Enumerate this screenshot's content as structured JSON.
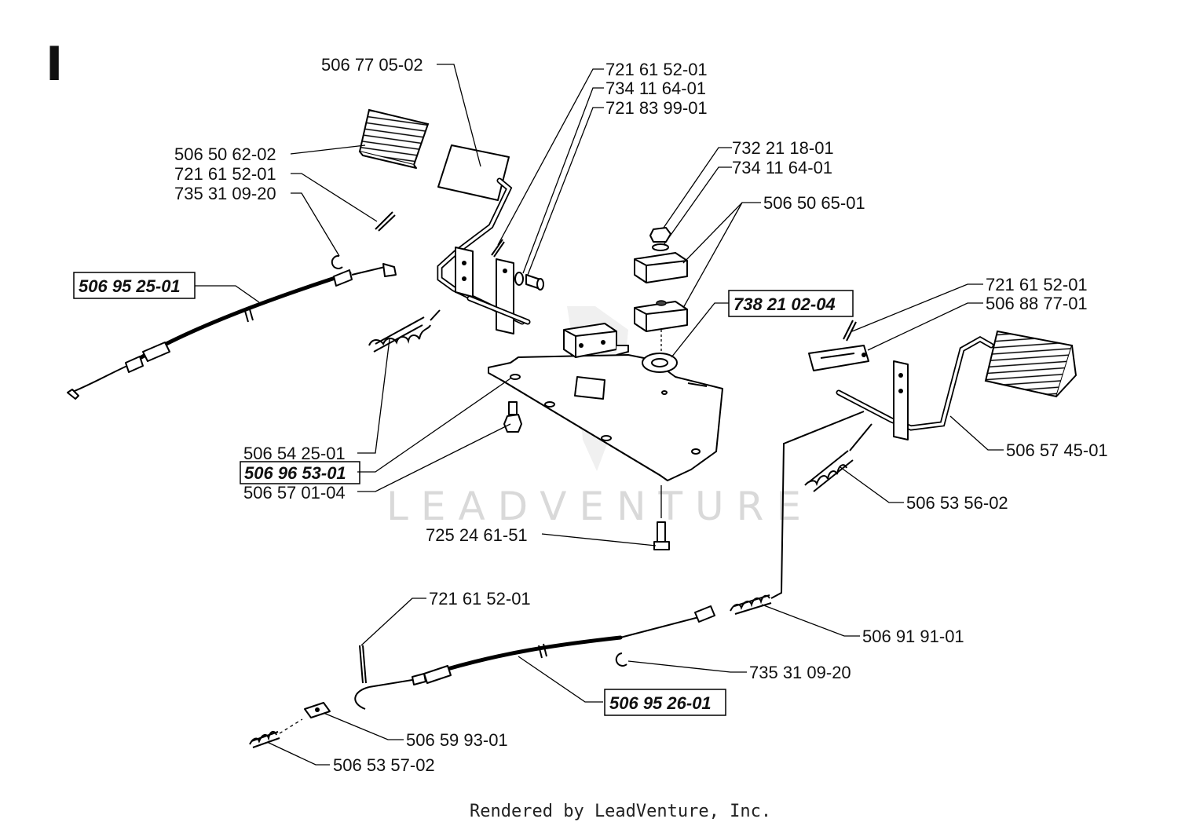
{
  "section_label": "I",
  "watermark": "LEADVENTURE",
  "footer": "Rendered by LeadVenture, Inc.",
  "part_labels": [
    {
      "id": "p1",
      "number": "506 77 05-02",
      "boxed": false
    },
    {
      "id": "p2",
      "number": "721 61 52-01",
      "boxed": false
    },
    {
      "id": "p3",
      "number": "734 11 64-01",
      "boxed": false
    },
    {
      "id": "p4",
      "number": "721 83 99-01",
      "boxed": false
    },
    {
      "id": "p5",
      "number": "506 50 62-02",
      "boxed": false
    },
    {
      "id": "p6",
      "number": "721 61 52-01",
      "boxed": false
    },
    {
      "id": "p7",
      "number": "735 31 09-20",
      "boxed": false
    },
    {
      "id": "p8",
      "number": "732 21 18-01",
      "boxed": false
    },
    {
      "id": "p9",
      "number": "734 11 64-01",
      "boxed": false
    },
    {
      "id": "p10",
      "number": "506 50 65-01",
      "boxed": false
    },
    {
      "id": "p11",
      "number": "506 95 25-01",
      "boxed": true
    },
    {
      "id": "p12",
      "number": "738 21 02-04",
      "boxed": true
    },
    {
      "id": "p13",
      "number": "721 61 52-01",
      "boxed": false
    },
    {
      "id": "p14",
      "number": "506 88 77-01",
      "boxed": false
    },
    {
      "id": "p15",
      "number": "506 54 25-01",
      "boxed": false
    },
    {
      "id": "p16",
      "number": "506 96 53-01",
      "boxed": true
    },
    {
      "id": "p17",
      "number": "506 57 01-04",
      "boxed": false
    },
    {
      "id": "p18",
      "number": "506 57 45-01",
      "boxed": false
    },
    {
      "id": "p19",
      "number": "506 53 56-02",
      "boxed": false
    },
    {
      "id": "p20",
      "number": "725 24 61-51",
      "boxed": false
    },
    {
      "id": "p21",
      "number": "721 61 52-01",
      "boxed": false
    },
    {
      "id": "p22",
      "number": "506 91 91-01",
      "boxed": false
    },
    {
      "id": "p23",
      "number": "735 31 09-20",
      "boxed": false
    },
    {
      "id": "p24",
      "number": "506 95 26-01",
      "boxed": true
    },
    {
      "id": "p25",
      "number": "506 59 93-01",
      "boxed": false
    },
    {
      "id": "p26",
      "number": "506 53 57-02",
      "boxed": false
    }
  ]
}
